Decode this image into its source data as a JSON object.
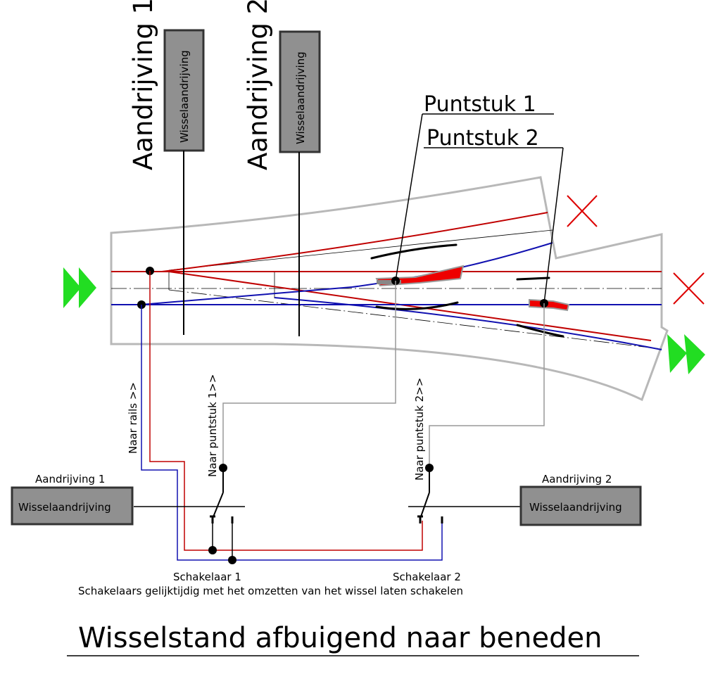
{
  "labels": {
    "drive1_vertical": "Aandrijving 1",
    "drive2_vertical": "Aandrijving 2",
    "box_vertical_1": "Wisselaandrijving",
    "box_vertical_2": "Wisselaandrijving",
    "frog1": "Puntstuk 1",
    "frog2": "Puntstuk 2",
    "to_rails": "Naar rails >>",
    "to_frog1": "Naar puntstuk 1>>",
    "to_frog2": "Naar puntstuk 2>>",
    "drive1_label": "Aandrijving 1",
    "drive2_label": "Aandrijving 2",
    "box1": "Wisselaandrijving",
    "box2": "Wisselaandrijving",
    "switch1": "Schakelaar 1",
    "switch2": "Schakelaar 2",
    "note": "Schakelaars gelijktijdig met het omzetten van het wissel laten schakelen",
    "title": "Wisselstand afbuigend naar beneden"
  },
  "colors": {
    "red_rail": "#c00000",
    "blue_rail": "#1010b0",
    "frog_red": "#ee0000",
    "arrow_green": "#22dd22",
    "cross_red": "#dd0000",
    "box_gray": "#909090",
    "outline_gray": "#b8b8b8"
  }
}
